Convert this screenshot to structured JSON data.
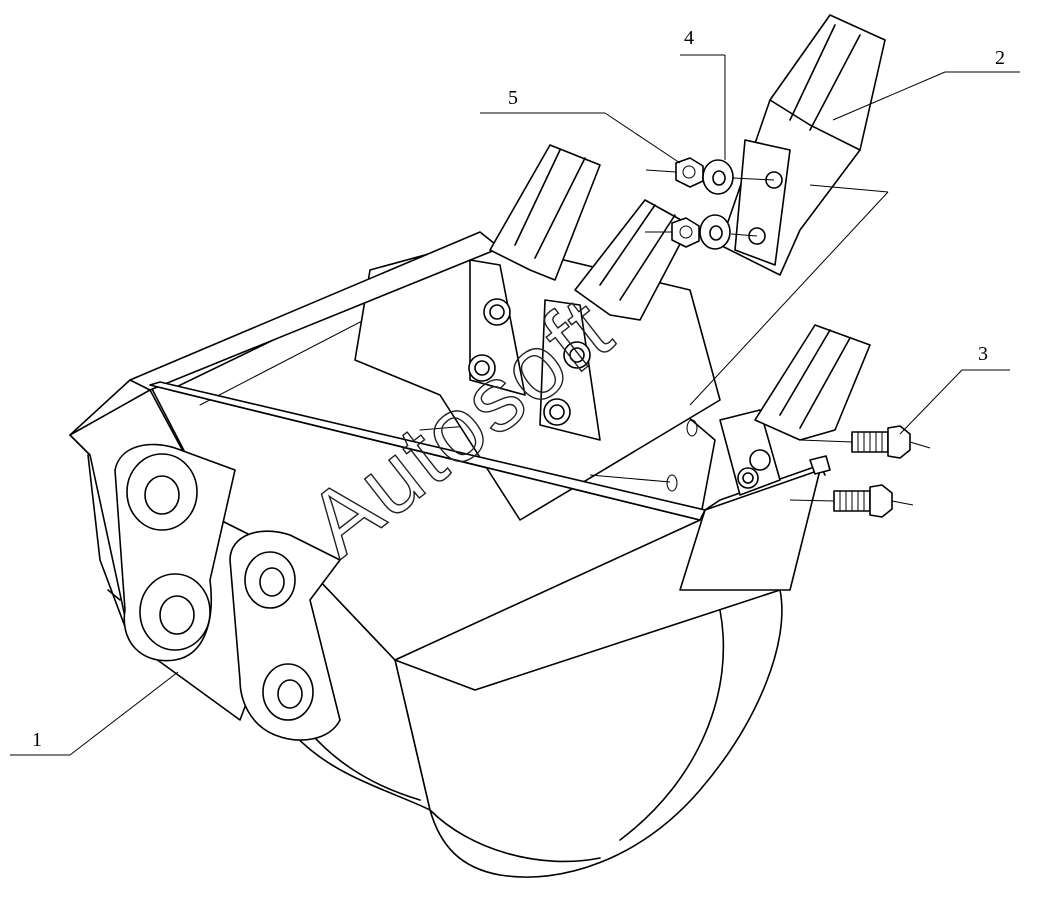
{
  "callouts": {
    "c1": "1",
    "c2": "2",
    "c3": "3",
    "c4": "4",
    "c5": "5"
  },
  "watermark": "Autosoft",
  "colors": {
    "line": "#000000",
    "background": "#ffffff"
  }
}
